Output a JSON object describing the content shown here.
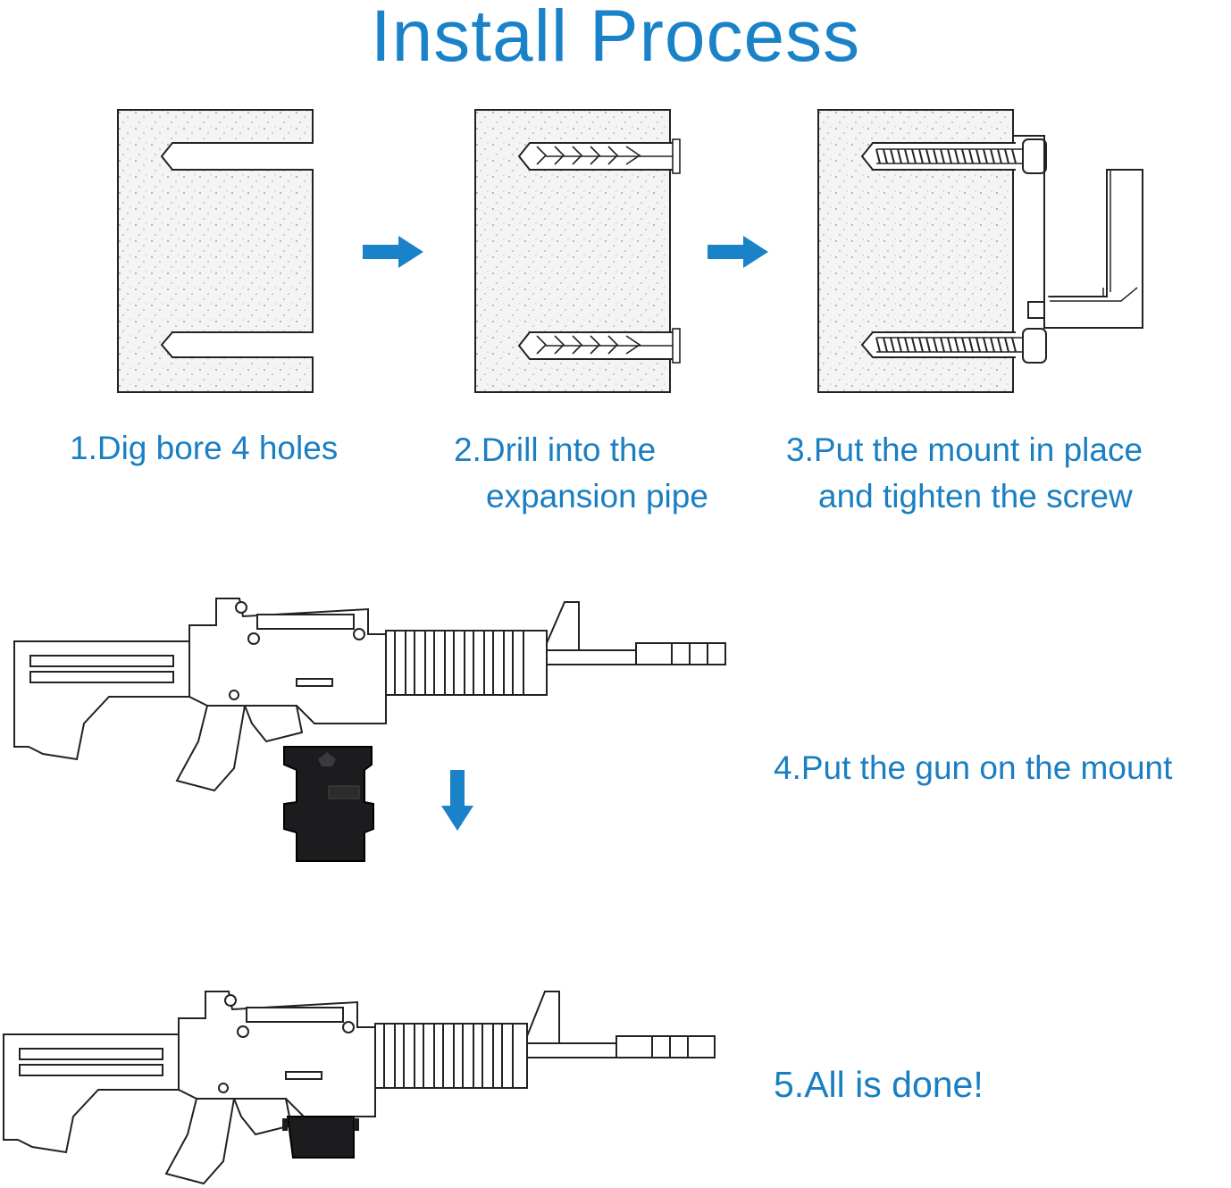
{
  "title": "Install Process",
  "accent_color": "#1a82c8",
  "steps": [
    {
      "line1": "1.Dig bore 4 holes",
      "line2": ""
    },
    {
      "line1": "2.Drill into the",
      "line2": "expansion pipe"
    },
    {
      "line1": "3.Put the mount in place",
      "line2": "and tighten the screw"
    },
    {
      "line1": "4.Put the gun on the mount",
      "line2": ""
    },
    {
      "line1": "5.All is done!",
      "line2": ""
    }
  ],
  "icons": {
    "arrow_right": "arrow-right-icon",
    "arrow_down": "arrow-down-icon"
  }
}
